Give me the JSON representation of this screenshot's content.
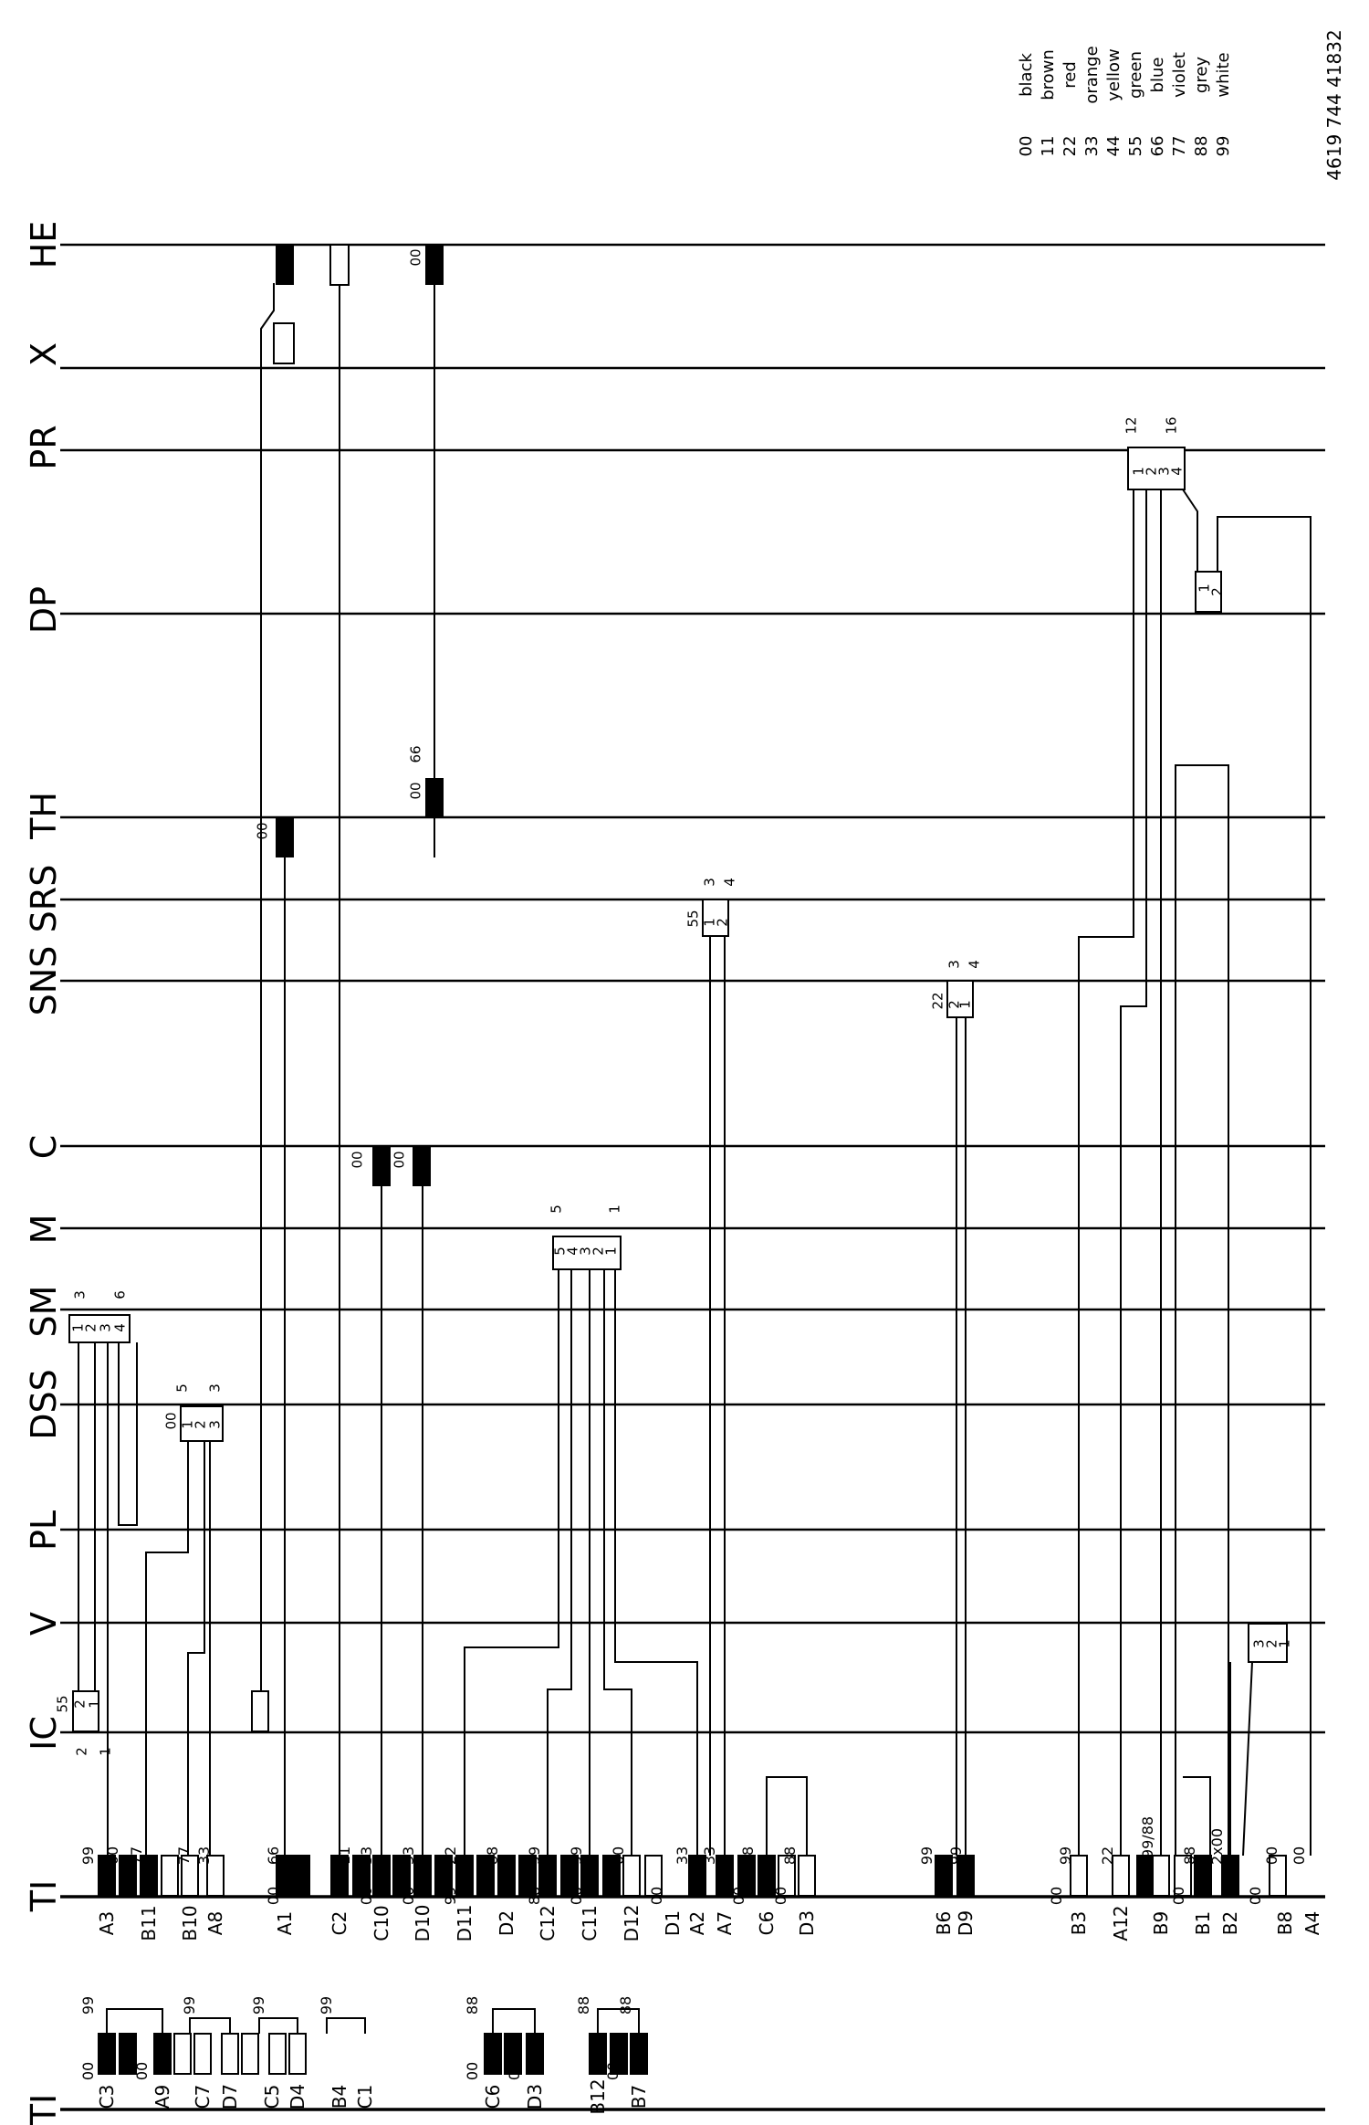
{
  "drawing": {
    "number": "4619 744 41832",
    "color_legend": [
      {
        "code": "00",
        "name": "black"
      },
      {
        "code": "11",
        "name": "brown"
      },
      {
        "code": "22",
        "name": "red"
      },
      {
        "code": "33",
        "name": "orange"
      },
      {
        "code": "44",
        "name": "yellow"
      },
      {
        "code": "55",
        "name": "green"
      },
      {
        "code": "66",
        "name": "blue"
      },
      {
        "code": "77",
        "name": "violet"
      },
      {
        "code": "88",
        "name": "grey"
      },
      {
        "code": "99",
        "name": "white"
      }
    ]
  },
  "buses": [
    {
      "name": "HE"
    },
    {
      "name": "X"
    },
    {
      "name": "PR"
    },
    {
      "name": "DP"
    },
    {
      "name": "TH"
    },
    {
      "name": "SRS"
    },
    {
      "name": "SNS"
    },
    {
      "name": "C"
    },
    {
      "name": "M"
    },
    {
      "name": "SM"
    },
    {
      "name": "DSS"
    },
    {
      "name": "PL"
    },
    {
      "name": "V"
    },
    {
      "name": "IC"
    },
    {
      "name": "TI"
    },
    {
      "name": "TI"
    }
  ],
  "terminals_top": [
    {
      "id": "A3",
      "code": "99",
      "filled": true
    },
    {
      "id": "",
      "code": "00",
      "filled": true
    },
    {
      "id": "B11",
      "code": "77",
      "filled": true
    },
    {
      "id": "",
      "code": "",
      "filled": false
    },
    {
      "id": "B10",
      "code": "77",
      "filled": false
    },
    {
      "id": "A8",
      "code": "33",
      "filled": false
    },
    {
      "id": "A1",
      "code": "66",
      "filled": true
    },
    {
      "id": "",
      "code": "00",
      "filled": true
    },
    {
      "id": "C2",
      "code": "11",
      "filled": true
    },
    {
      "id": "C10",
      "code": "33",
      "filled": true
    },
    {
      "id": "",
      "code": "00",
      "filled": true
    },
    {
      "id": "D10",
      "code": "33",
      "filled": true
    },
    {
      "id": "",
      "code": "00",
      "filled": true
    },
    {
      "id": "D11",
      "code": "22",
      "filled": true
    },
    {
      "id": "",
      "code": "99",
      "filled": true
    },
    {
      "id": "D2",
      "code": "88",
      "filled": true
    },
    {
      "id": "C12",
      "code": "99",
      "filled": true
    },
    {
      "id": "",
      "code": "88",
      "filled": true
    },
    {
      "id": "C11",
      "code": "99",
      "filled": true
    },
    {
      "id": "",
      "code": "00",
      "filled": true
    },
    {
      "id": "D12",
      "code": "00",
      "filled": true
    },
    {
      "id": "D1",
      "code": "00",
      "filled": true
    },
    {
      "id": "A2",
      "code": "33",
      "filled": false
    },
    {
      "id": "A7",
      "code": "33",
      "filled": false
    },
    {
      "id": "",
      "code": "00",
      "filled": true
    },
    {
      "id": "C6",
      "code": "88",
      "filled": true
    },
    {
      "id": "",
      "code": "00",
      "filled": true
    },
    {
      "id": "D3",
      "code": "88",
      "filled": true
    },
    {
      "id": "B6",
      "code": "99",
      "filled": false
    },
    {
      "id": "D9",
      "code": "99",
      "filled": false
    },
    {
      "id": "",
      "code": "00",
      "filled": true
    },
    {
      "id": "B3",
      "code": "99",
      "filled": true
    },
    {
      "id": "A12",
      "code": "22",
      "filled": false
    },
    {
      "id": "B9",
      "code": "99/88",
      "filled": false
    },
    {
      "id": "",
      "code": "00",
      "filled": true
    },
    {
      "id": "B1",
      "code": "88",
      "filled": false
    },
    {
      "id": "B2",
      "code": "2x00",
      "filled": false
    },
    {
      "id": "",
      "code": "00",
      "filled": true
    },
    {
      "id": "B8",
      "code": "00",
      "filled": true
    },
    {
      "id": "A4",
      "code": "00",
      "filled": false
    }
  ],
  "terminals_bottom": [
    {
      "id": "C3",
      "code": "00",
      "filled": true
    },
    {
      "id": "",
      "code": "99",
      "filled": true
    },
    {
      "id": "A9",
      "code": "00",
      "filled": true
    },
    {
      "id": "C7",
      "code": "99",
      "filled": false
    },
    {
      "id": "D7",
      "code": "",
      "filled": false
    },
    {
      "id": "C5",
      "code": "99",
      "filled": false
    },
    {
      "id": "D4",
      "code": "",
      "filled": false
    },
    {
      "id": "B4",
      "code": "99",
      "filled": false
    },
    {
      "id": "C1",
      "code": "",
      "filled": false
    },
    {
      "id": "C6",
      "code": "00",
      "filled": true
    },
    {
      "id": "",
      "code": "88",
      "filled": true
    },
    {
      "id": "D3",
      "code": "00",
      "filled": true
    },
    {
      "id": "B12",
      "code": "88",
      "filled": true
    },
    {
      "id": "",
      "code": "00",
      "filled": true
    },
    {
      "id": "B7",
      "code": "88",
      "filled": true
    }
  ],
  "components": {
    "ic_connector": {
      "pins": [
        "2",
        "1"
      ],
      "code": "55"
    },
    "sm_connector": {
      "pins": [
        "1",
        "2",
        "3",
        "4"
      ],
      "label_a": "3",
      "label_b": "6"
    },
    "dss_connector": {
      "pins": [
        "1",
        "2",
        "3"
      ],
      "code": "00",
      "label_a": "5",
      "label_b": "3"
    },
    "m_connector": {
      "pins": [
        "5",
        "4",
        "3",
        "2",
        "1"
      ],
      "label_a": "5",
      "label_b": "1"
    },
    "srs_connector": {
      "pins": [
        "1",
        "2"
      ],
      "code": "55",
      "label_a": "3",
      "label_b": "4"
    },
    "sns_connector": {
      "pins": [
        "2",
        "1"
      ],
      "code": "22",
      "label_a": "3",
      "label_b": "4"
    },
    "pr_connector": {
      "pins": [
        "1",
        "2",
        "3",
        "4"
      ],
      "label_a": "12",
      "label_b": "16"
    },
    "dp_connector": {
      "pins": [
        "1",
        "2"
      ]
    },
    "v_connector": {
      "pins": [
        "3",
        "2",
        "1"
      ]
    },
    "th_codes": [
      "00",
      "00",
      "66"
    ],
    "he_codes": [
      "00"
    ],
    "c_codes": [
      "00",
      "00"
    ]
  }
}
